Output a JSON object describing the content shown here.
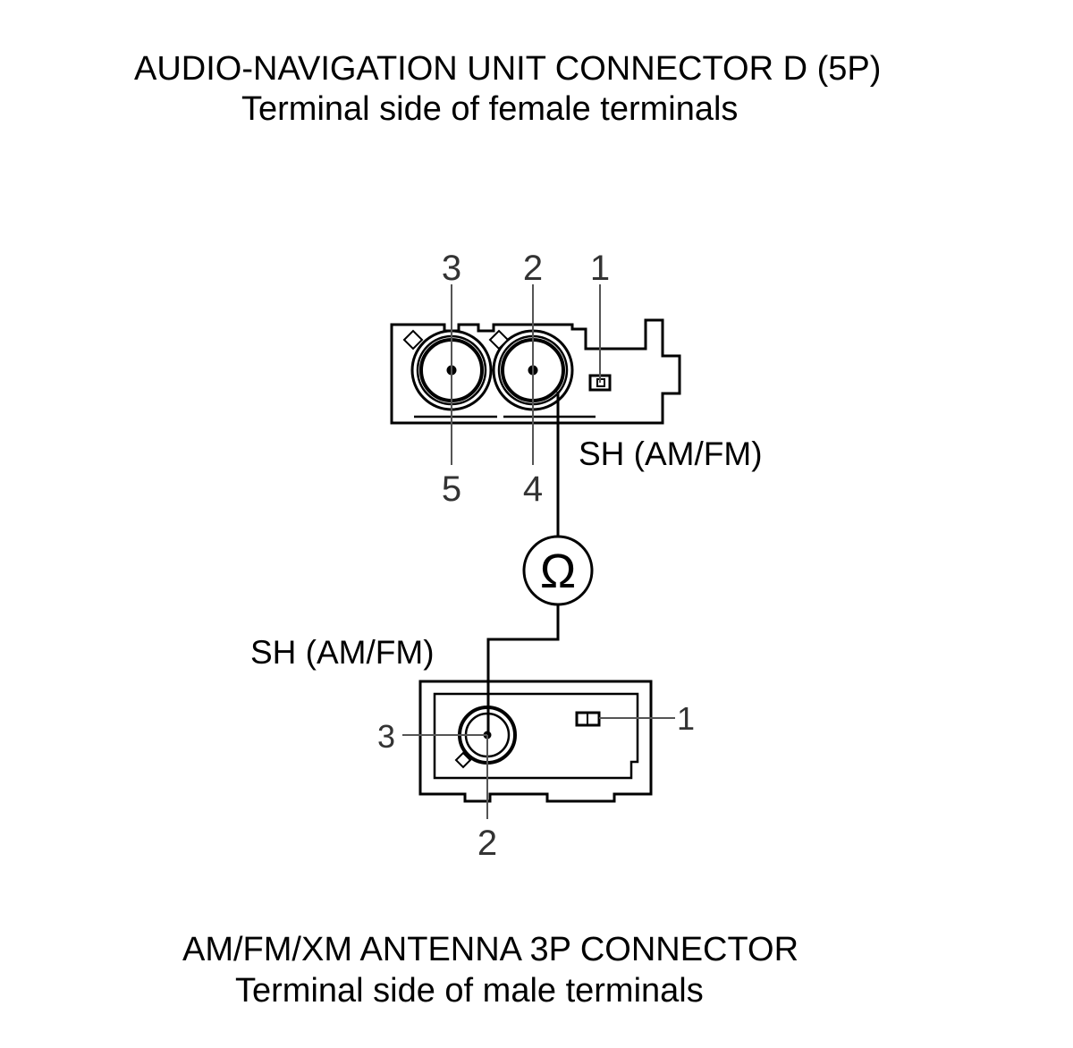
{
  "top_connector": {
    "title": "AUDIO-NAVIGATION UNIT CONNECTOR D (5P)",
    "subtitle": "Terminal side of female terminals",
    "pins_top": [
      "3",
      "2",
      "1"
    ],
    "pins_bottom": [
      "5",
      "4"
    ],
    "wire_label": "SH (AM/FM)"
  },
  "meter": {
    "symbol": "Ω"
  },
  "bottom_connector": {
    "wire_label": "SH (AM/FM)",
    "pin_left": "3",
    "pin_right": "1",
    "pin_bottom": "2",
    "title": "AM/FM/XM ANTENNA 3P CONNECTOR",
    "subtitle": "Terminal side of male terminals"
  },
  "colors": {
    "line": "#000000",
    "gray_line": "#555555",
    "background": "#ffffff"
  }
}
